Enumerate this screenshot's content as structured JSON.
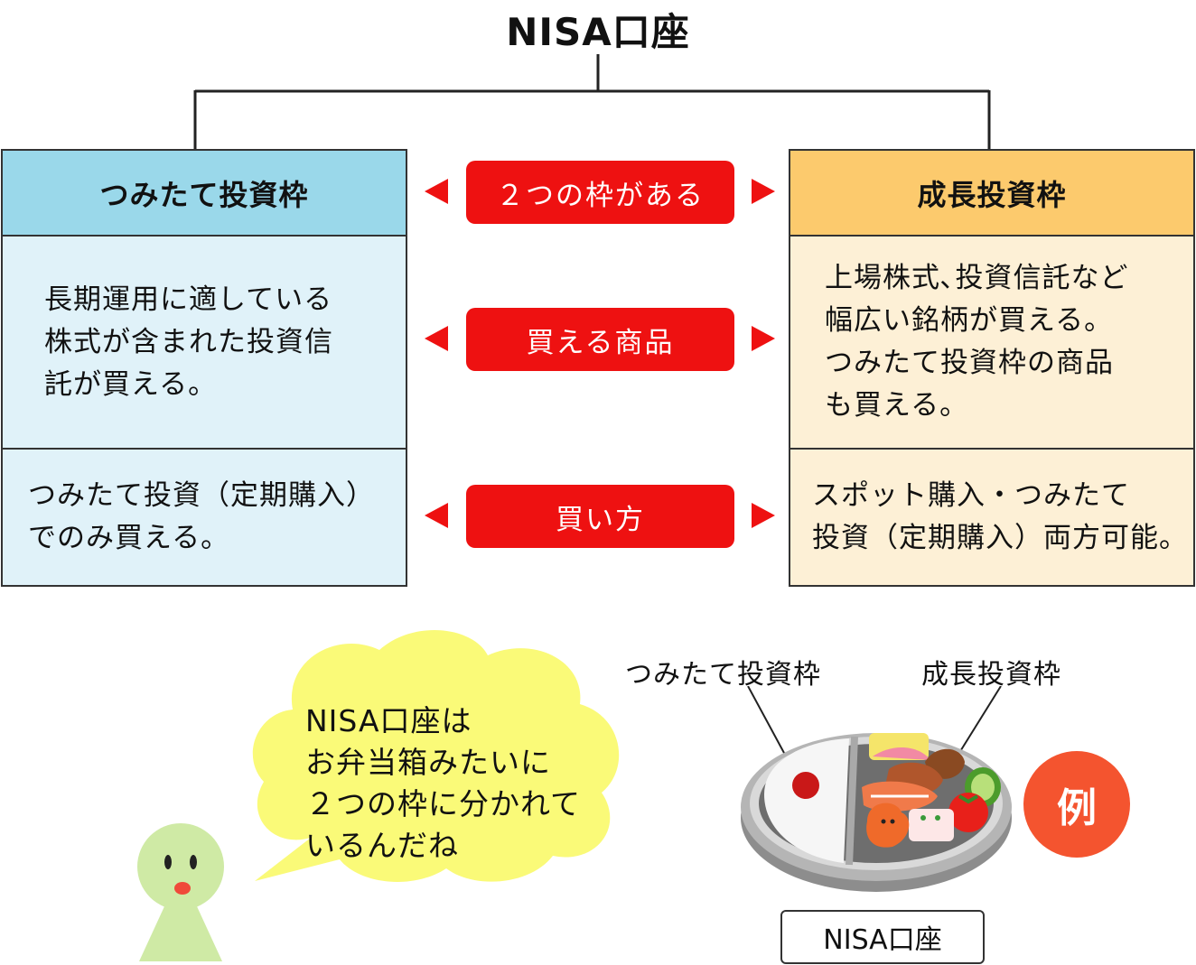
{
  "title": "NISA口座",
  "left_column": {
    "header": "つみたて投資枠",
    "products": "長期運用に適している\n株式が含まれた投資信\n託が買える。",
    "buy_method": "つみたて投資（定期購入）\nでのみ買える。"
  },
  "right_column": {
    "header": "成長投資枠",
    "products": "上場株式､投資信託など\n幅広い銘柄が買える。\nつみたて投資枠の商品\nも買える。",
    "buy_method": "スポット購入・つみたて\n投資（定期購入）両方可能。"
  },
  "center_labels": [
    {
      "text": "２つの枠がある"
    },
    {
      "text": "買える商品"
    },
    {
      "text": "買い方"
    }
  ],
  "speech": "NISA口座は\nお弁当箱みたいに\n２つの枠に分かれて\nいるんだね",
  "bento": {
    "left_label": "つみたて投資枠",
    "right_label": "成長投資枠",
    "caption": "NISA口座",
    "badge": "例"
  },
  "colors": {
    "left_header": "#9ad8ea",
    "left_body": "#e0f2f9",
    "right_header": "#fcca6d",
    "right_body": "#fdf0d6",
    "label_red": "#ee1111",
    "badge": "#f4542f",
    "cloud": "#fafa78",
    "character": "#cfeaa5"
  }
}
